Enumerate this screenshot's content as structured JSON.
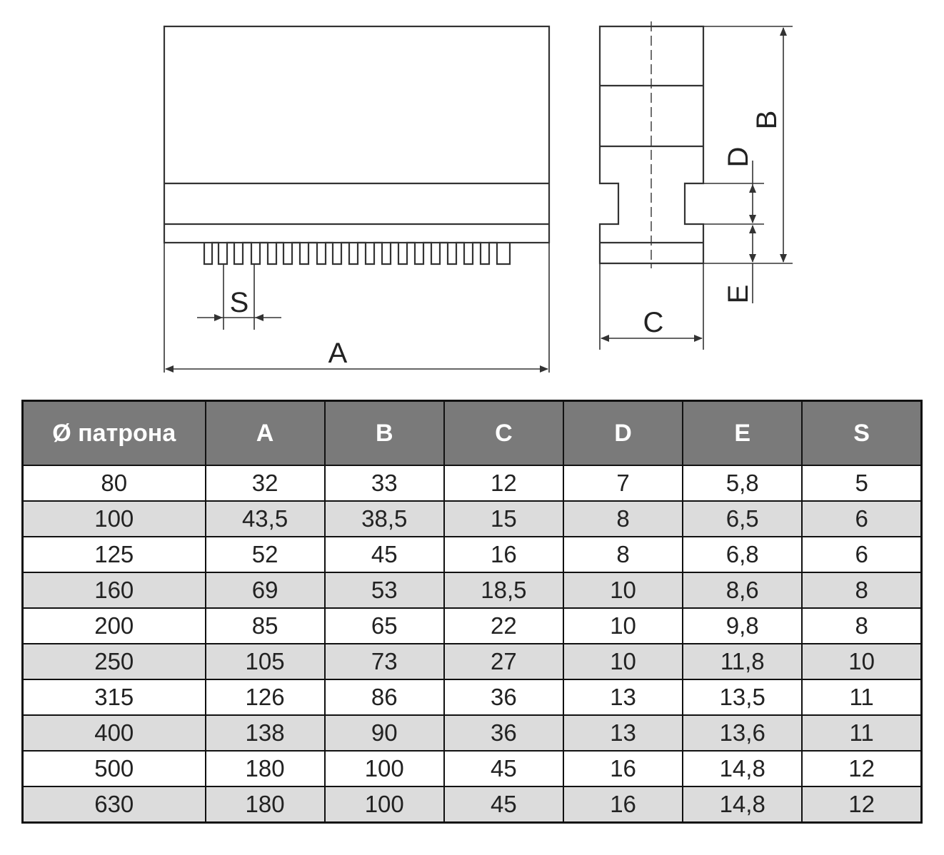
{
  "drawing": {
    "label_s": "S",
    "label_a": "A",
    "label_b": "B",
    "label_c": "C",
    "label_d": "D",
    "label_e": "E"
  },
  "table": {
    "headers": [
      "Ø патрона",
      "A",
      "B",
      "C",
      "D",
      "E",
      "S"
    ],
    "rows": [
      [
        "80",
        "32",
        "33",
        "12",
        "7",
        "5,8",
        "5"
      ],
      [
        "100",
        "43,5",
        "38,5",
        "15",
        "8",
        "6,5",
        "6"
      ],
      [
        "125",
        "52",
        "45",
        "16",
        "8",
        "6,8",
        "6"
      ],
      [
        "160",
        "69",
        "53",
        "18,5",
        "10",
        "8,6",
        "8"
      ],
      [
        "200",
        "85",
        "65",
        "22",
        "10",
        "9,8",
        "8"
      ],
      [
        "250",
        "105",
        "73",
        "27",
        "10",
        "11,8",
        "10"
      ],
      [
        "315",
        "126",
        "86",
        "36",
        "13",
        "13,5",
        "11"
      ],
      [
        "400",
        "138",
        "90",
        "36",
        "13",
        "13,6",
        "11"
      ],
      [
        "500",
        "180",
        "100",
        "45",
        "16",
        "14,8",
        "12"
      ],
      [
        "630",
        "180",
        "100",
        "45",
        "16",
        "14,8",
        "12"
      ]
    ]
  }
}
